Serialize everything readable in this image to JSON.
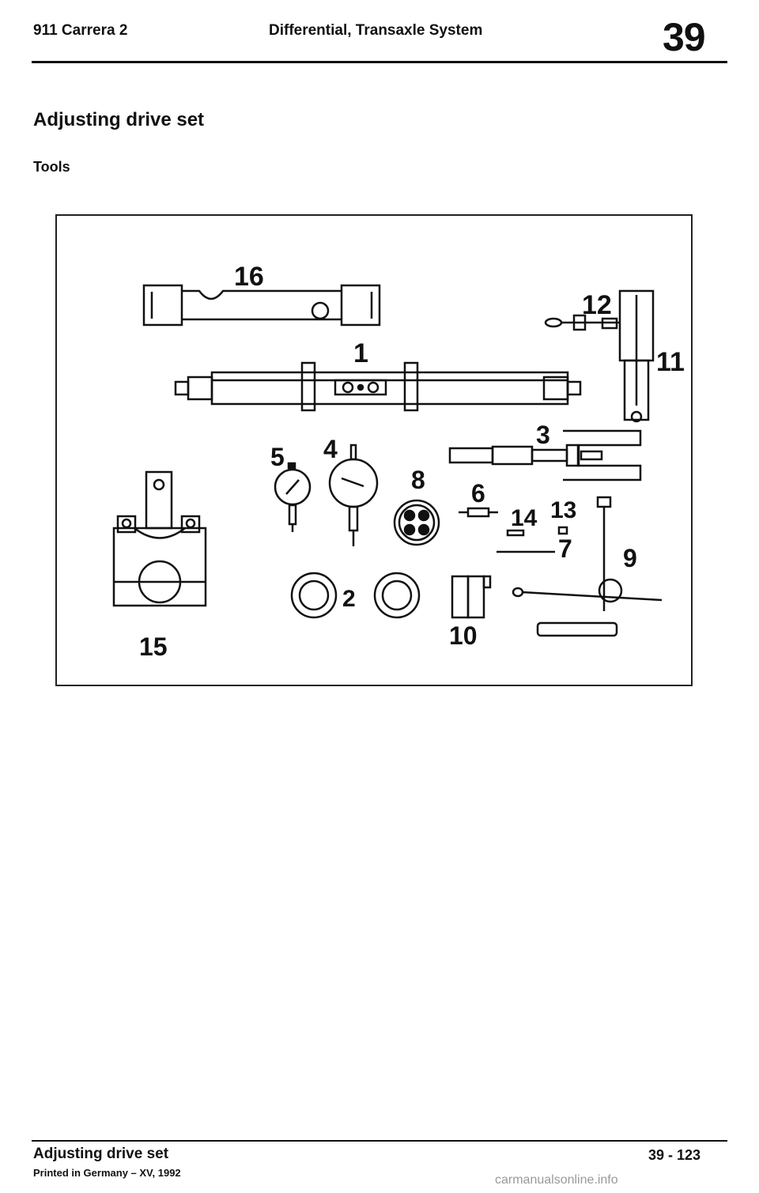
{
  "header": {
    "model": "911 Carrera 2",
    "section": "Differential, Transaxle System",
    "chapter": "39"
  },
  "page": {
    "title": "Adjusting drive set",
    "subtitle": "Tools"
  },
  "figure": {
    "callouts": {
      "c1": "1",
      "c2": "2",
      "c3": "3",
      "c4": "4",
      "c5": "5",
      "c6": "6",
      "c7": "7",
      "c8": "8",
      "c9": "9",
      "c10": "10",
      "c11": "11",
      "c12": "12",
      "c13": "13",
      "c14": "14",
      "c15": "15",
      "c16": "16"
    }
  },
  "footer": {
    "title": "Adjusting drive set",
    "printed": "Printed in Germany – XV, 1992",
    "page_number": "39 - 123"
  },
  "watermark": "carmanualsonline.info"
}
